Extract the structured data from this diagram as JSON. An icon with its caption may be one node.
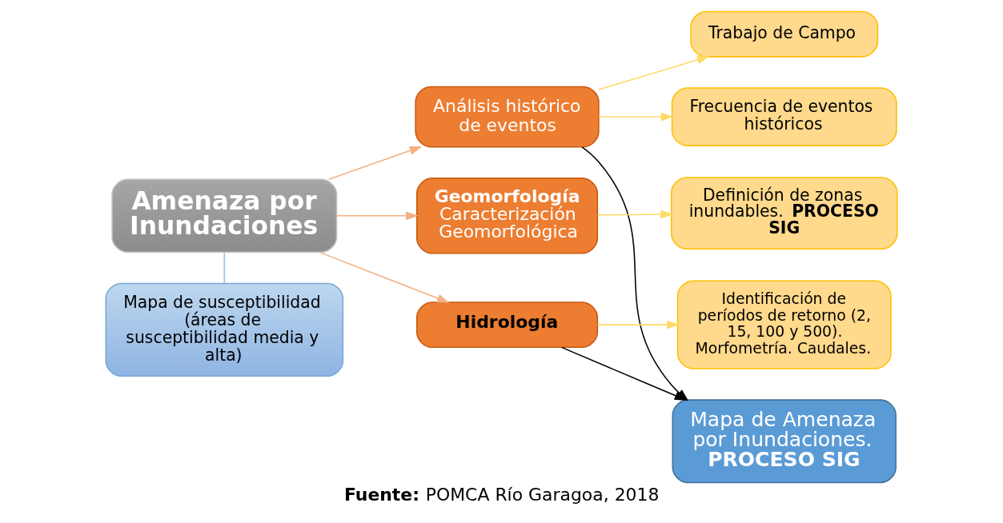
{
  "diagram": {
    "caption": "**Fuente:** POMCA Río Garagoa, 2018",
    "nodes": [
      {
        "text": [
          "Amenaza por Inundaciones"
        ]
      },
      {
        "text": [
          "Mapa de susceptibilidad (áreas de susceptibilidad media y alta)"
        ]
      },
      {
        "text": [
          "Análisis histórico de eventos"
        ]
      },
      {
        "text": [
          "Geomorfología",
          "Caracterización Geomorfológica"
        ]
      },
      {
        "text": [
          "Hidrología"
        ]
      },
      {
        "text": [
          "Trabajo de Campo"
        ]
      },
      {
        "text": [
          "Frecuencia de eventos históricos"
        ]
      },
      {
        "text": [
          "Definición de zonas inundables. **PROCESO SIG**"
        ]
      },
      {
        "text": [
          "Identificación de períodos de retorno (2, 15, 100 y 500). Morfometría. Caudales."
        ]
      },
      {
        "text": [
          "Mapa de Amenaza por Inundaciones. **PROCESO SIG**"
        ]
      }
    ],
    "edges": [
      {
        "from": 0,
        "to": 1,
        "arrow": "none",
        "color": "#9dc3e6"
      },
      {
        "from": 0,
        "to": 2,
        "arrow": "to",
        "color": "#f4b183"
      },
      {
        "from": 0,
        "to": 3,
        "arrow": "to",
        "color": "#f4b183"
      },
      {
        "from": 0,
        "to": 4,
        "arrow": "to",
        "color": "#f4b183"
      },
      {
        "from": 2,
        "to": 5,
        "arrow": "to",
        "color": "#ffd966"
      },
      {
        "from": 2,
        "to": 6,
        "arrow": "to",
        "color": "#ffd966"
      },
      {
        "from": 3,
        "to": 7,
        "arrow": "to",
        "color": "#ffd966"
      },
      {
        "from": 4,
        "to": 8,
        "arrow": "to",
        "color": "#ffd966"
      },
      {
        "from": 2,
        "to": 9,
        "arrow": "to",
        "color": "#000000"
      },
      {
        "from": 4,
        "to": 9,
        "arrow": "to",
        "color": "#000000"
      }
    ]
  }
}
